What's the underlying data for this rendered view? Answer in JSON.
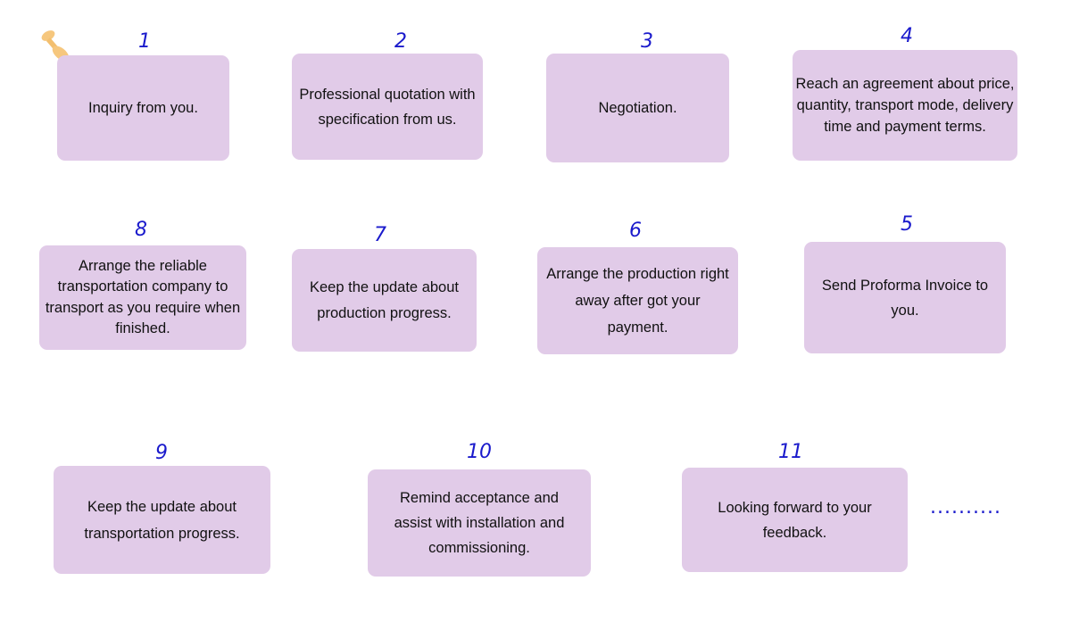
{
  "steps": [
    {
      "number": "1",
      "text": "Inquiry from you."
    },
    {
      "number": "2",
      "text": "Professional quotation with specification from us."
    },
    {
      "number": "3",
      "text": "Negotiation."
    },
    {
      "number": "4",
      "text": "Reach an agreement about price, quantity, transport mode, delivery time and payment terms."
    },
    {
      "number": "5",
      "text": "Send Proforma Invoice to you."
    },
    {
      "number": "6",
      "text": "Arrange the production right away after got your payment."
    },
    {
      "number": "7",
      "text": "Keep the update about production progress."
    },
    {
      "number": "8",
      "text": "Arrange the reliable transportation company to transport as you require when finished."
    },
    {
      "number": "9",
      "text": "Keep the update about transportation progress."
    },
    {
      "number": "10",
      "text": "Remind acceptance and assist with installation and commissioning."
    },
    {
      "number": "11",
      "text": "Looking forward to your feedback."
    }
  ],
  "continuation": "..........",
  "colors": {
    "box_fill": "#e1cbe8",
    "number_color": "#1a1acc",
    "text_color": "#111111",
    "pin_color": "#f6c77e"
  },
  "icons": {
    "pin": "push-pin-icon"
  }
}
